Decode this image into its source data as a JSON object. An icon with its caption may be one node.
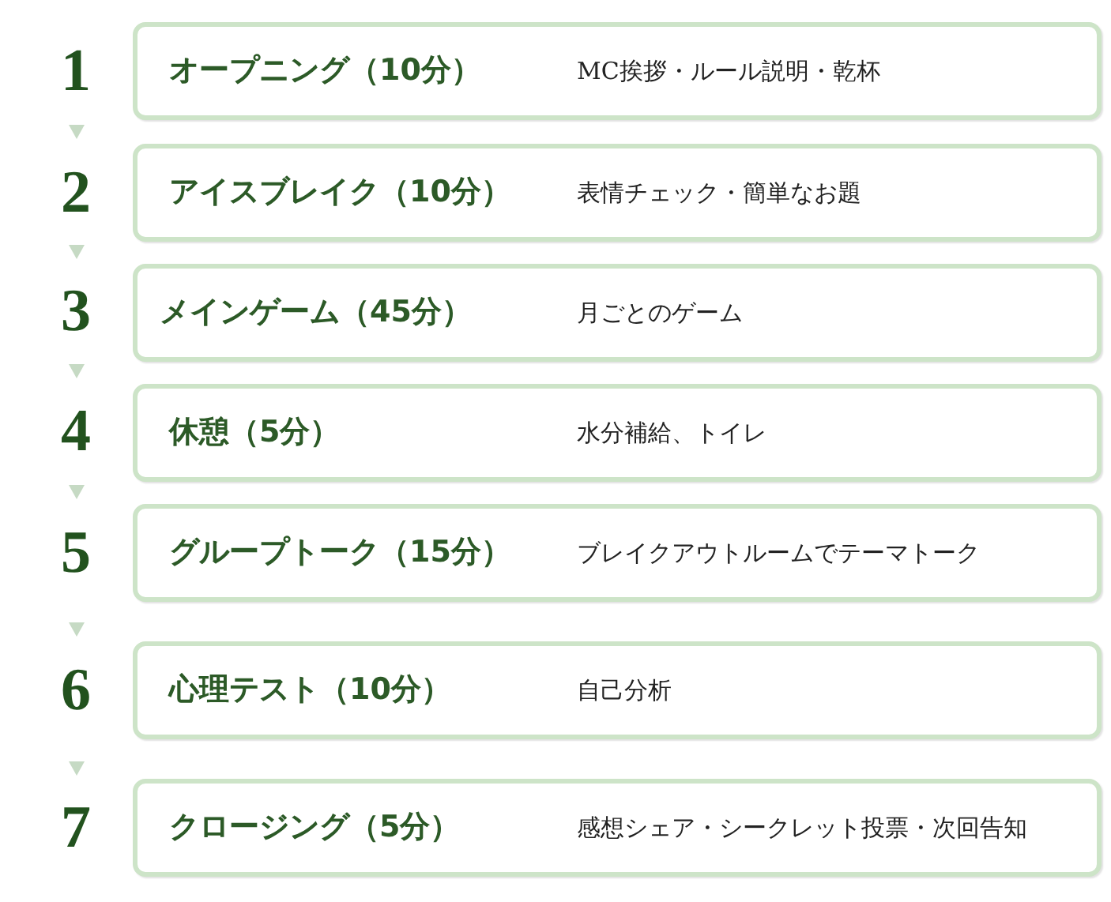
{
  "diagram": {
    "nodes": [
      {
        "text": [
          "オープニング（10分）",
          "MC挨拶・ルール説明・乾杯"
        ],
        "beside": [
          "1"
        ]
      },
      {
        "text": [
          "アイスブレイク（10分）",
          "表情チェック・簡単なお題"
        ],
        "beside": [
          "2"
        ]
      },
      {
        "text": [
          "メインゲーム（45分）",
          "月ごとのゲーム"
        ],
        "beside": [
          "3"
        ]
      },
      {
        "text": [
          "休憩（5分）",
          "水分補給、トイレ"
        ],
        "beside": [
          "4"
        ]
      },
      {
        "text": [
          "グループトーク（15分）",
          "ブレイクアウトルームでテーマトーク"
        ],
        "beside": [
          "5"
        ]
      },
      {
        "text": [
          "心理テスト（10分）",
          "自己分析"
        ],
        "beside": [
          "6"
        ]
      },
      {
        "text": [
          "クロージング（5分）",
          "感想シェア・シークレット投票・次回告知"
        ],
        "beside": [
          "7"
        ]
      }
    ],
    "edges": [
      {
        "from": 0,
        "to": 1,
        "arrow": "to"
      },
      {
        "from": 1,
        "to": 2,
        "arrow": "to"
      },
      {
        "from": 2,
        "to": 3,
        "arrow": "to"
      },
      {
        "from": 3,
        "to": 4,
        "arrow": "to"
      },
      {
        "from": 4,
        "to": 5,
        "arrow": "to"
      },
      {
        "from": 5,
        "to": 6,
        "arrow": "to"
      }
    ]
  }
}
